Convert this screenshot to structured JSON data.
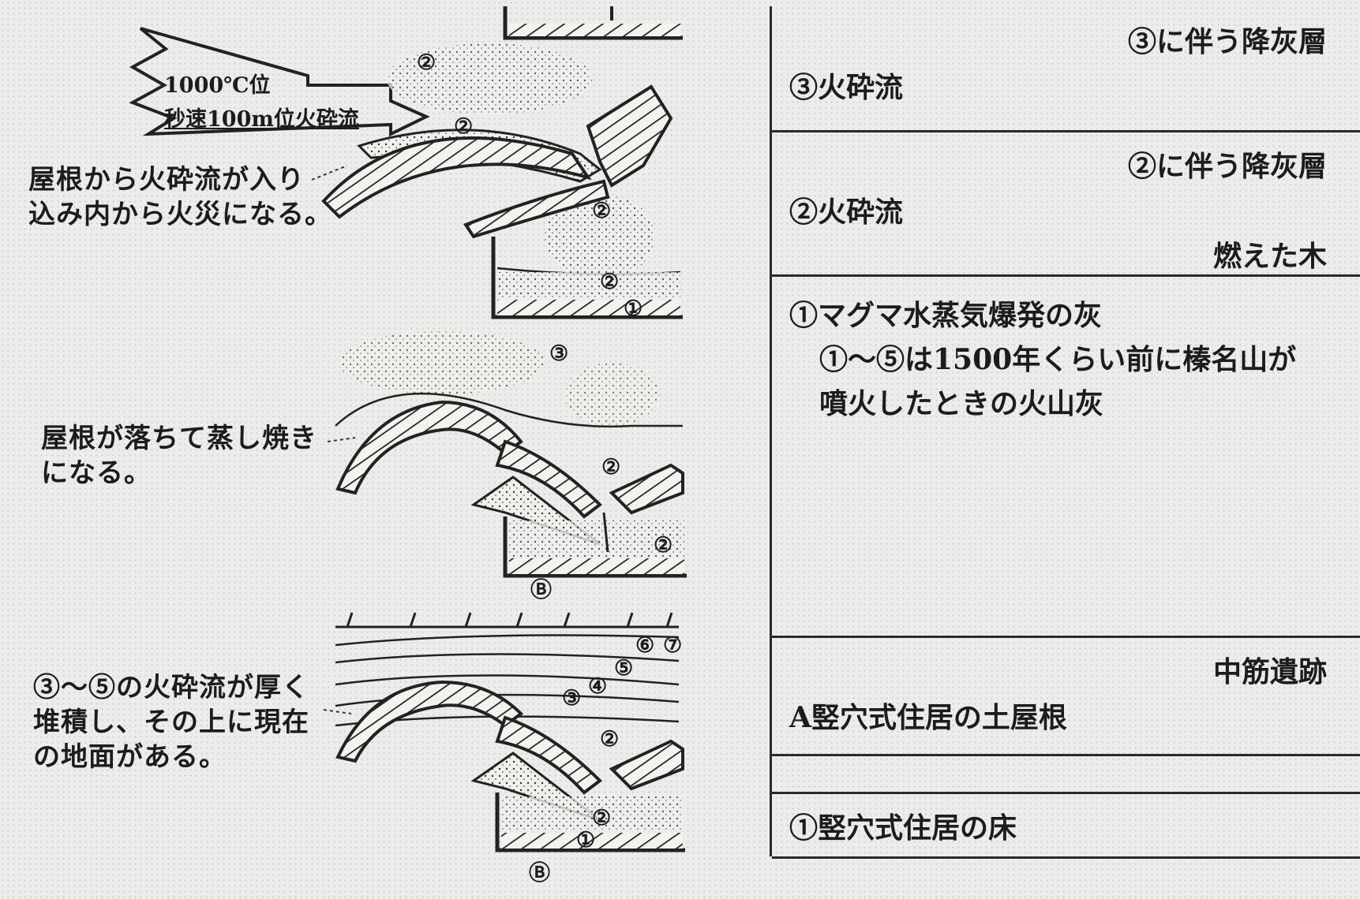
{
  "left_panel": {
    "flow": {
      "temperature": "1000℃位",
      "speed": "秒速100m位火砕流"
    },
    "notes": [
      {
        "lines": [
          "屋根から火砕流が入り",
          "込み内から火災になる。"
        ]
      },
      {
        "lines": [
          "屋根が落ちて蒸し焼き",
          "になる。"
        ]
      },
      {
        "lines": [
          "③～⑤の火砕流が厚く",
          "堆積し、その上に現在",
          "の地面がある。"
        ]
      }
    ],
    "layer_marks": {
      "p1_a": "②",
      "p1_b": "②",
      "p1_c": "②",
      "p1_d": "②",
      "p1_e": "①",
      "p2_a": "③",
      "p2_b": "②",
      "p2_c": "②",
      "p2_d": "Ⓑ",
      "p3_a": "⑥",
      "p3_b": "⑦",
      "p3_c": "⑤",
      "p3_d": "④",
      "p3_e": "③",
      "p3_f": "②",
      "p3_g": "②",
      "p3_h": "①",
      "p3_i": "Ⓑ"
    }
  },
  "strata_column": {
    "rows": [
      {
        "right": "③に伴う降灰層",
        "left": "③火砕流"
      },
      {
        "right": "②に伴う降灰層",
        "left": "②火砕流",
        "right_bottom": "燃えた木"
      },
      {
        "left": "①マグマ水蒸気爆発の灰",
        "detail": [
          "①～⑤は1500年くらい前に榛名山が",
          "噴火したときの火山灰"
        ]
      },
      {
        "right": "中筋遺跡",
        "left": "A竪穴式住居の土屋根"
      },
      {
        "left": ""
      },
      {
        "left": "①竪穴式住居の床"
      }
    ]
  }
}
